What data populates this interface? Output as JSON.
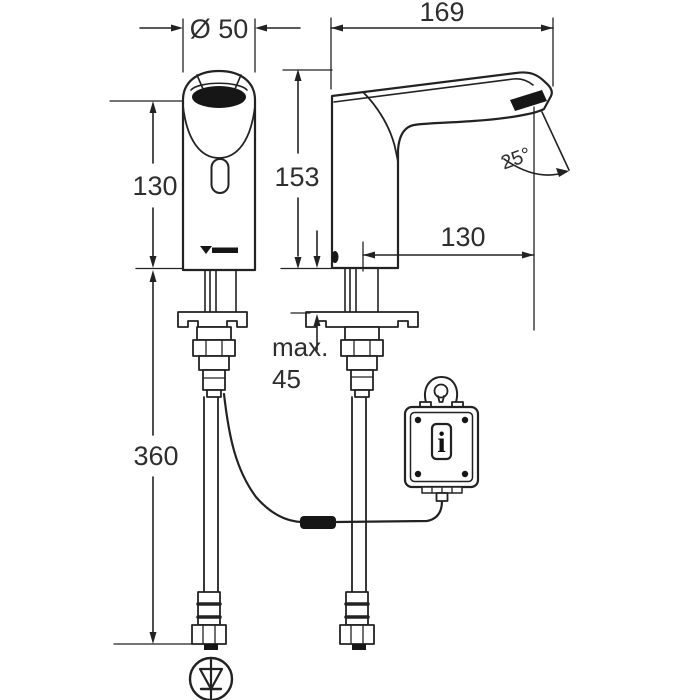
{
  "colors": {
    "line": "#222222",
    "text": "#2e2e2e",
    "background": "#ffffff"
  },
  "labels": {
    "spout_diameter": "Ø 50",
    "front_height": "130",
    "hose_length": "360",
    "side_width": "169",
    "side_height": "153",
    "spout_reach": "130",
    "stream_angle": "25°",
    "max_deck_word": "max.",
    "max_deck_value": "45",
    "info_symbol": "i"
  }
}
